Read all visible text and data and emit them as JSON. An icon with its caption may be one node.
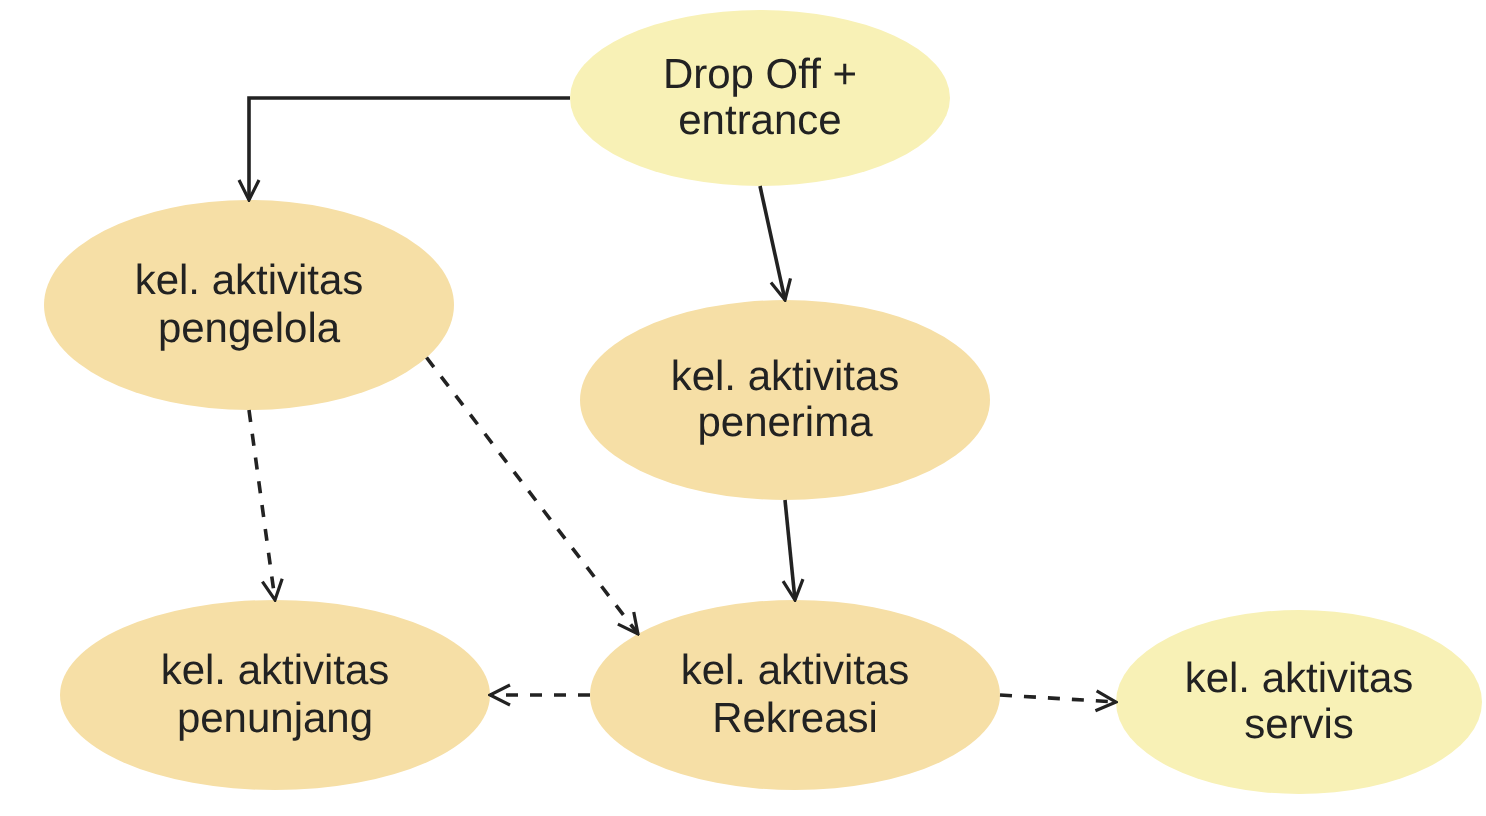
{
  "diagram": {
    "nodes": [
      {
        "text": [
          "Drop Off + entrance"
        ]
      },
      {
        "text": [
          "kel. aktivitas pengelola"
        ]
      },
      {
        "text": [
          "kel. aktivitas penerima"
        ]
      },
      {
        "text": [
          "kel. aktivitas penunjang"
        ]
      },
      {
        "text": [
          "kel. aktivitas Rekreasi"
        ]
      },
      {
        "text": [
          "kel. aktivitas servis"
        ]
      }
    ],
    "edges": [
      {
        "from": 0,
        "to": 1,
        "arrow": "to"
      },
      {
        "from": 0,
        "to": 2,
        "arrow": "to"
      },
      {
        "from": 2,
        "to": 4,
        "arrow": "to"
      },
      {
        "from": 1,
        "to": 3,
        "arrow": "to",
        "style": "dashed"
      },
      {
        "from": 1,
        "to": 4,
        "arrow": "to",
        "style": "dashed"
      },
      {
        "from": 4,
        "to": 3,
        "arrow": "to",
        "style": "dashed"
      },
      {
        "from": 4,
        "to": 5,
        "arrow": "to",
        "style": "dashed"
      }
    ]
  }
}
